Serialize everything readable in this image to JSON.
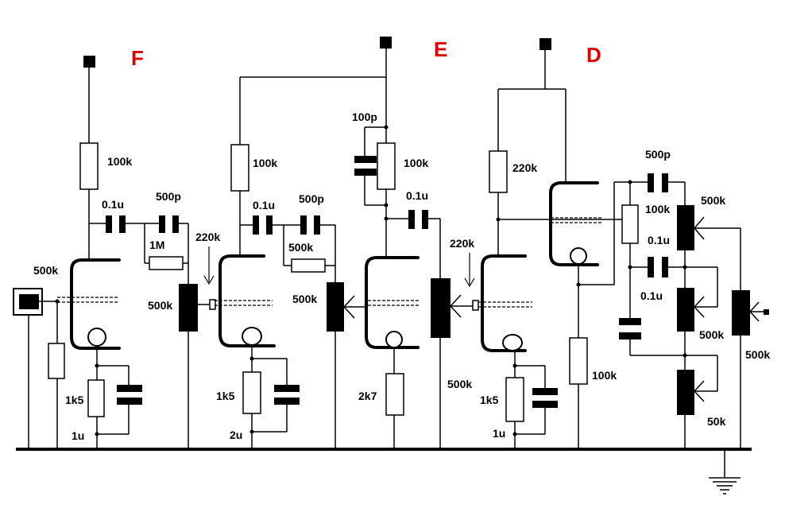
{
  "sections": {
    "f": "F",
    "e": "E",
    "d": "D",
    "color": "#e00000"
  },
  "labels": {
    "f_plate_res": "100k",
    "f_cap_01": "0.1u",
    "f_cap_500p": "500p",
    "f_1m": "1M",
    "f_input_pot": "500k",
    "f_out_pot": "500k",
    "f_220k": "220k",
    "f_cath_res": "1k5",
    "f_cath_cap": "1u",
    "e1_plate_res": "100k",
    "e1_cap_01": "0.1u",
    "e1_cap_500p": "500p",
    "e1_500k_res": "500k",
    "e1_out_pot": "500k",
    "e1_cath_res": "1k5",
    "e1_cath_cap": "2u",
    "e2_100p": "100p",
    "e2_plate_res": "100k",
    "e2_cap_01": "0.1u",
    "e2_cath_res": "2k7",
    "e2_out_pot": "500k",
    "e2_220k": "220k",
    "d_plate_res": "220k",
    "d_cath_res": "1k5",
    "d_cath_cap": "1u",
    "d_follower_res": "100k",
    "tone_500p": "500p",
    "tone_100k": "100k",
    "tone_01a": "0.1u",
    "tone_01b": "0.1u",
    "tone_500k_top": "500k",
    "tone_500k_mid": "500k",
    "tone_50k": "50k",
    "master_500k": "500k"
  }
}
